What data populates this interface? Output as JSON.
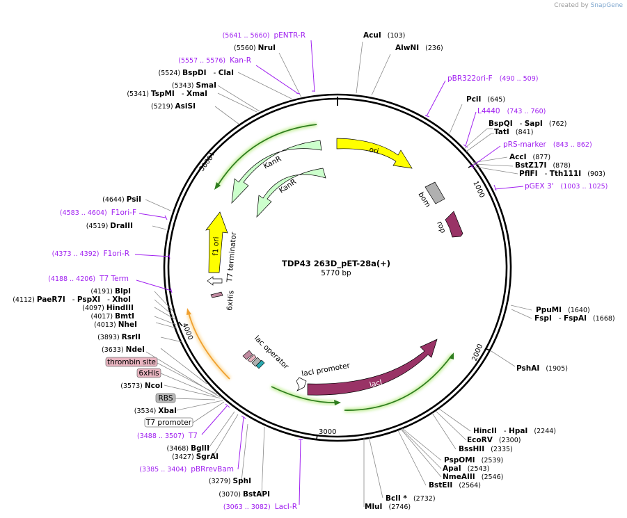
{
  "credit": {
    "prefix": "Created by",
    "brand": "SnapGene"
  },
  "plasmid": {
    "name": "TDP43 263D_pET-28a(+)",
    "length": "5770 bp"
  },
  "ticks": [
    "1000",
    "2000",
    "3000",
    "4000",
    "5000"
  ],
  "enzymes": [
    {
      "name": "AcuI",
      "pos": "(103)"
    },
    {
      "name": "AlwNI",
      "pos": "(236)"
    },
    {
      "name": "PciI",
      "pos": "(645)"
    },
    {
      "name": "BspQI",
      "sep": "- ",
      "name2": "SapI",
      "pos": "(762)"
    },
    {
      "name": "TatI",
      "pos": "(841)"
    },
    {
      "name": "AccI",
      "pos": "(877)"
    },
    {
      "name": "BstZ17I",
      "pos": "(878)"
    },
    {
      "name": "PflFI",
      "sep": "- ",
      "name2": "Tth111I",
      "pos": "(903)"
    },
    {
      "name": "PpuMI",
      "pos": "(1640)"
    },
    {
      "name": "FspI",
      "sep": "- ",
      "name2": "FspAI",
      "pos": "(1668)"
    },
    {
      "name": "PshAI",
      "pos": "(1905)"
    },
    {
      "name": "HincII",
      "sep": "- ",
      "name2": "HpaI",
      "pos": "(2244)"
    },
    {
      "name": "EcoRV",
      "pos": "(2300)"
    },
    {
      "name": "BssHII",
      "pos": "(2335)"
    },
    {
      "name": "PspOMI",
      "pos": "(2539)"
    },
    {
      "name": "ApaI",
      "pos": "(2543)"
    },
    {
      "name": "NmeAIII",
      "pos": "(2546)"
    },
    {
      "name": "BstEII",
      "pos": "(2564)"
    },
    {
      "name": "BclI *",
      "pos": "(2732)"
    },
    {
      "name": "MluI",
      "pos": "(2746)"
    },
    {
      "name": "BstAPI",
      "pos": "(3070)"
    },
    {
      "name": "SphI",
      "pos": "(3279)"
    },
    {
      "name": "SgrAI",
      "pos": "(3427)"
    },
    {
      "name": "BglII",
      "pos": "(3468)"
    },
    {
      "name": "XbaI",
      "pos": "(3534)"
    },
    {
      "name": "NcoI",
      "pos": "(3573)"
    },
    {
      "name": "NdeI",
      "pos": "(3633)"
    },
    {
      "name": "RsrII",
      "pos": "(3893)"
    },
    {
      "name": "NheI",
      "pos": "(4013)"
    },
    {
      "name": "BmtI",
      "pos": "(4017)"
    },
    {
      "name": "HindIII",
      "pos": "(4097)"
    },
    {
      "name": "PaeR7I",
      "sep": "- ",
      "name2": "PspXI",
      "sep2": "- ",
      "name3": "XhoI",
      "pos": "(4112)"
    },
    {
      "name": "BlpI",
      "pos": "(4191)"
    },
    {
      "name": "DraIII",
      "pos": "(4519)"
    },
    {
      "name": "PsiI",
      "pos": "(4644)"
    },
    {
      "name": "AsiSI",
      "pos": "(5219)"
    },
    {
      "name": "TspMI",
      "sep": "- ",
      "name2": "XmaI",
      "pos": "(5341)"
    },
    {
      "name": "SmaI",
      "pos": "(5343)"
    },
    {
      "name": "BspDI",
      "sep": "- ",
      "name2": "ClaI",
      "pos": "(5524)"
    },
    {
      "name": "NruI",
      "pos": "(5560)"
    }
  ],
  "primers": [
    {
      "name": "pENTR-R",
      "range": "(5641 .. 5660)"
    },
    {
      "name": "Kan-R",
      "range": "(5557 .. 5576)"
    },
    {
      "name": "pBR322ori-F",
      "range": "(490 .. 509)"
    },
    {
      "name": "L4440",
      "range": "(743 .. 760)"
    },
    {
      "name": "pRS-marker",
      "range": "(843 .. 862)"
    },
    {
      "name": "pGEX 3'",
      "range": "(1003 .. 1025)"
    },
    {
      "name": "F1ori-F",
      "range": "(4583 .. 4604)"
    },
    {
      "name": "F1ori-R",
      "range": "(4373 .. 4392)"
    },
    {
      "name": "T7 Term",
      "range": "(4188 .. 4206)"
    },
    {
      "name": "T7",
      "range": "(3488 .. 3507)"
    },
    {
      "name": "pBRrevBam",
      "range": "(3385 .. 3404)"
    },
    {
      "name": "LacI-R",
      "range": "(3063 .. 3082)"
    }
  ],
  "boxed": [
    {
      "name": "thrombin site",
      "fill": "#e8b4c0"
    },
    {
      "name": "6xHis",
      "fill": "#e8b4c0"
    },
    {
      "name": "RBS",
      "fill": "#b8b8b8"
    },
    {
      "name": "T7 promoter",
      "fill": "#ffffff"
    }
  ],
  "features": {
    "ori": "ori",
    "bom": "bom",
    "rop": "rop",
    "kanr_outer": "KanR",
    "kanr_inner": "KanR",
    "f1ori": "f1 ori",
    "t7term": "T7 terminator",
    "his": "6xHis",
    "lacop": "lac operator",
    "lacprom": "lacI promoter",
    "laci": "lacI"
  },
  "colors": {
    "ori": "#ffff00",
    "laci": "#993366",
    "kanr": "#ccffcc",
    "bom": "#b0b0b0",
    "f1ori": "#ffff00",
    "orf_green": "#2e7d1e",
    "orf_orange": "#f0a030",
    "primer": "#a020f0"
  }
}
